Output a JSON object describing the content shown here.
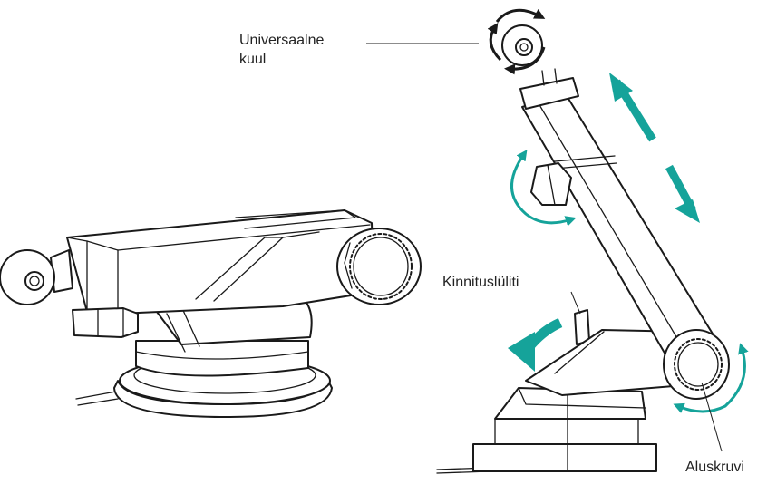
{
  "labels": {
    "ball": "Universaalne kuul",
    "ball_line1": "Universaalne",
    "ball_line2": "kuul",
    "lock": "Kinnituslüliti",
    "base_screw": "Aluskruvi"
  },
  "colors": {
    "accent": "#15a39a",
    "ink": "#1a1a1a",
    "background": "#ffffff"
  },
  "icons": [
    "rotate-arrow-icon",
    "double-arrow-icon",
    "curved-arrow-icon"
  ]
}
